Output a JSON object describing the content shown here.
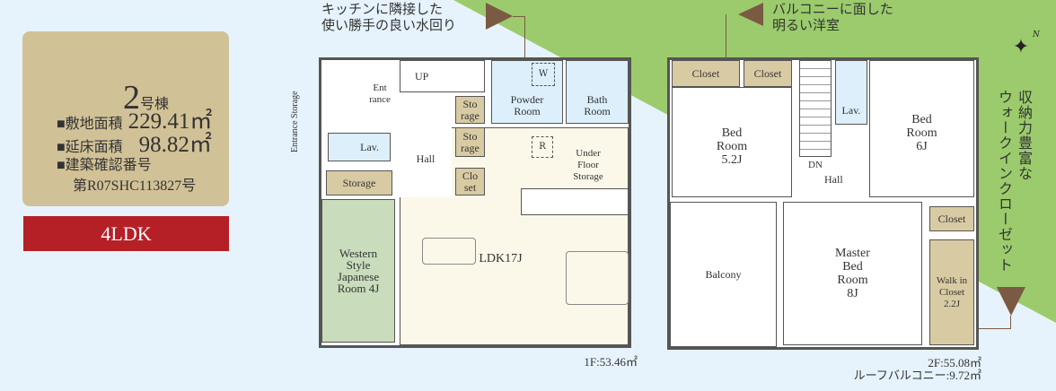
{
  "info": {
    "building_no": "2",
    "building_suffix": "号棟",
    "site_area_label": "■敷地面積",
    "site_area": "229.41㎡",
    "floor_area_label": "■延床面積",
    "floor_area": "98.82㎡",
    "permit_label": "■建築確認番号",
    "permit_no": "第R07SHC113827号"
  },
  "layout_type": "4LDK",
  "callouts": {
    "water": [
      "キッチンに隣接した",
      "使い勝手の良い水回り"
    ],
    "balcony": [
      "バルコニーに面した",
      "明るい洋室"
    ],
    "closet_col1": "収納力豊富な",
    "closet_col2": "ウォークインクローゼット"
  },
  "floor1": {
    "rooms": {
      "entrance_storage": "Entrance Storage",
      "entrance": "Ent rance",
      "up": "UP",
      "powder": "Powder Room",
      "w": "W",
      "bath": "Bath Room",
      "storage1": "Sto rage",
      "storage2": "Sto rage",
      "closet": "Clo set",
      "lav": "Lav.",
      "hall": "Hall",
      "storage": "Storage",
      "r": "R",
      "under_floor": "Under Floor Storage",
      "japanese": "Western Style Japanese Room 4J",
      "ldk": "LDK17J"
    },
    "area": "1F:53.46㎡"
  },
  "floor2": {
    "rooms": {
      "closet1": "Closet",
      "closet2": "Closet",
      "bed1": "Bed Room 5.2J",
      "lav": "Lav.",
      "bed2": "Bed Room 6J",
      "dn": "DN",
      "hall": "Hall",
      "closet3": "Closet",
      "balcony": "Balcony",
      "master": "Master Bed Room 8J",
      "wic": "Walk in Closet 2.2J"
    },
    "area": "2F:55.08㎡",
    "roof_balcony": "ルーフバルコニー:9.72㎡"
  },
  "compass": "N",
  "colors": {
    "green": "#9bcb6c",
    "brown": "#7b5a43",
    "red": "#b52027",
    "tan": "#d1c196"
  }
}
